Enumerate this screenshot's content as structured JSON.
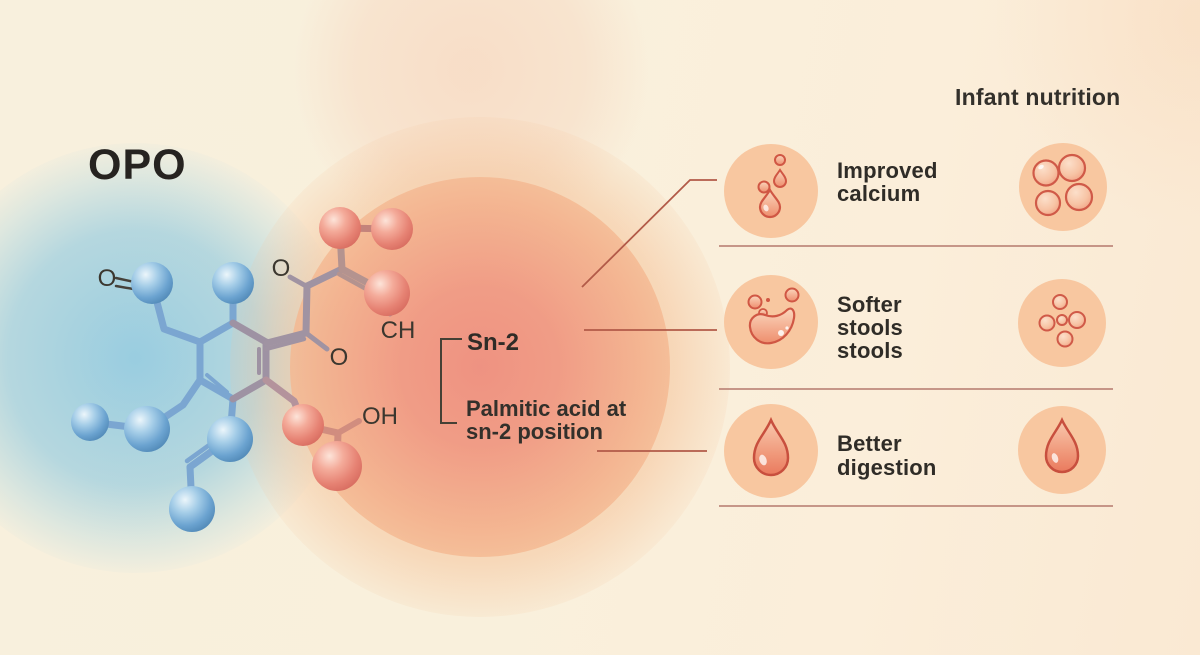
{
  "title": "OPO",
  "header": {
    "right_label": "Infant nutrition"
  },
  "molecule": {
    "labels": {
      "o_left": "O",
      "o_top": "O",
      "o_mid": "O",
      "ch": "CH",
      "oh": "OH"
    }
  },
  "annotation": {
    "bracket_label": "Sn-2",
    "description": [
      "Palmitic acid at",
      "sn-2 position"
    ]
  },
  "benefits": [
    {
      "lines": [
        "Improved",
        "calcium"
      ],
      "left_icon": "milk-droplets-icon",
      "right_icon": "fat-globules-icon"
    },
    {
      "lines": [
        "Softer",
        "stools",
        "stools"
      ],
      "left_icon": "soft-stool-icon",
      "right_icon": "small-globules-icon"
    },
    {
      "lines": [
        "Better",
        "digestion"
      ],
      "left_icon": "digestion-droplet-icon",
      "right_icon": "digestion-droplet-icon"
    }
  ],
  "colors": {
    "background": "#f9f0dc",
    "accent_red": "#e98a78",
    "accent_blue": "#8fc3de",
    "icon_circle": "#f8c7a0",
    "connector_line": "#b25a48",
    "divider": "#b98073",
    "text": "#2f2c27"
  }
}
